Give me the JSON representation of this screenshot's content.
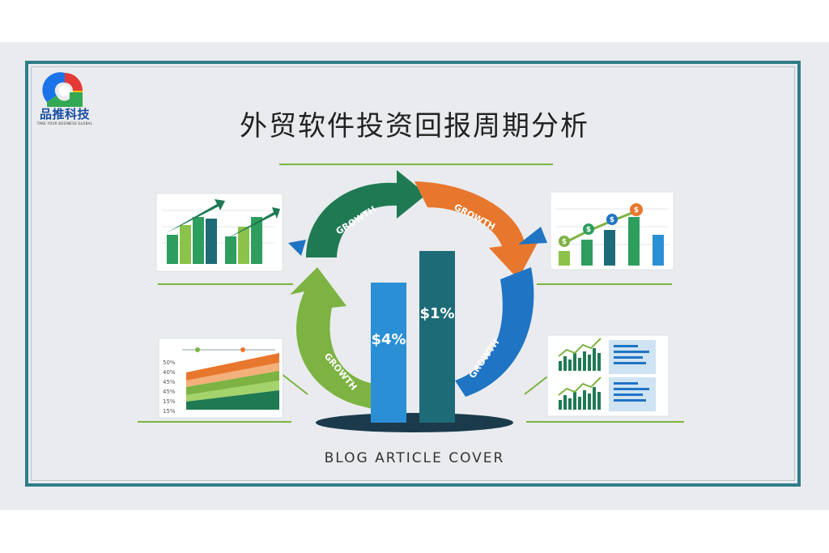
{
  "logo": {
    "name": "品推科技",
    "tagline": "TAKE YOUR BUSINESS GLOBAL",
    "colors": [
      "#1a73e8",
      "#e53935",
      "#fbbc04",
      "#34a853"
    ]
  },
  "title": "外贸软件投资回报周期分析",
  "subtitle": "BLOG ARTICLE COVER",
  "cycle_labels": [
    "GROWTH",
    "GROWTH",
    "GROWTH",
    "GROWTH"
  ],
  "bar_labels": [
    "$4%",
    "$1%"
  ],
  "line_card": {
    "dollar_markers": [
      "$",
      "$",
      "$",
      "$"
    ]
  },
  "area_card": {
    "axis_labels": [
      "50%",
      "40%",
      "45%",
      "45%",
      "15%",
      "15%"
    ]
  },
  "colors": {
    "frame": "#2f7d8a",
    "dark_green": "#1f7a54",
    "orange": "#e8772e",
    "blue": "#1f74c4",
    "light_green": "#7cb342",
    "teal_bar": "#1e6b78"
  }
}
